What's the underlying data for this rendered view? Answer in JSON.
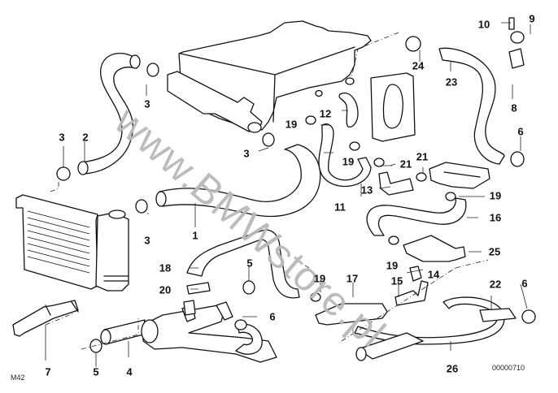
{
  "diagram": {
    "model_code": "M42",
    "diagram_id": "00000710",
    "watermark": "www.BMWstore.pl",
    "part_labels": [
      {
        "id": "p1",
        "text": "1"
      },
      {
        "id": "p2",
        "text": "2"
      },
      {
        "id": "p3a",
        "text": "3"
      },
      {
        "id": "p3b",
        "text": "3"
      },
      {
        "id": "p3c",
        "text": "3"
      },
      {
        "id": "p3d",
        "text": "3"
      },
      {
        "id": "p4",
        "text": "4"
      },
      {
        "id": "p5a",
        "text": "5"
      },
      {
        "id": "p5b",
        "text": "5"
      },
      {
        "id": "p6a",
        "text": "6"
      },
      {
        "id": "p6b",
        "text": "6"
      },
      {
        "id": "p6c",
        "text": "6"
      },
      {
        "id": "p7",
        "text": "7"
      },
      {
        "id": "p8",
        "text": "8"
      },
      {
        "id": "p9",
        "text": "9"
      },
      {
        "id": "p10",
        "text": "10"
      },
      {
        "id": "p11",
        "text": "11"
      },
      {
        "id": "p12",
        "text": "12"
      },
      {
        "id": "p13",
        "text": "13"
      },
      {
        "id": "p14",
        "text": "14"
      },
      {
        "id": "p15",
        "text": "15"
      },
      {
        "id": "p16",
        "text": "16"
      },
      {
        "id": "p17",
        "text": "17"
      },
      {
        "id": "p18",
        "text": "18"
      },
      {
        "id": "p19a",
        "text": "19"
      },
      {
        "id": "p19b",
        "text": "19"
      },
      {
        "id": "p19c",
        "text": "19"
      },
      {
        "id": "p19d",
        "text": "19"
      },
      {
        "id": "p19e",
        "text": "19"
      },
      {
        "id": "p20",
        "text": "20"
      },
      {
        "id": "p21a",
        "text": "21"
      },
      {
        "id": "p21b",
        "text": "21"
      },
      {
        "id": "p22",
        "text": "22"
      },
      {
        "id": "p23",
        "text": "23"
      },
      {
        "id": "p24",
        "text": "24"
      },
      {
        "id": "p25",
        "text": "25"
      },
      {
        "id": "p26",
        "text": "26"
      }
    ]
  }
}
